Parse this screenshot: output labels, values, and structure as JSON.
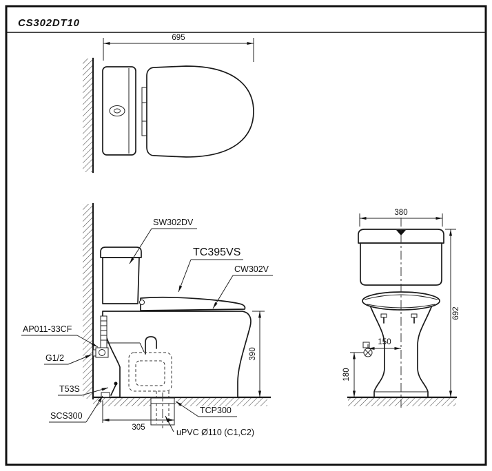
{
  "title": "CS302DT10",
  "dimensions": {
    "overall_depth": "695",
    "tank_width": "380",
    "overall_height": "692",
    "rim_height": "390",
    "rough_in": "305",
    "supply_offset": "150",
    "supply_height": "180"
  },
  "callouts": {
    "tank": "SW302DV",
    "washlet_seat": "TC395VS",
    "bowl": "CW302V",
    "supply_hose": "AP011-33CF",
    "valve_thread": "G1/2",
    "floor_bolt": "T53S",
    "seal": "SCS300",
    "connector": "TCP300",
    "drain_pipe": "uPVC Ø110 (C1,C2)"
  },
  "colors": {
    "line": "#1a1a1a",
    "background": "#ffffff"
  }
}
